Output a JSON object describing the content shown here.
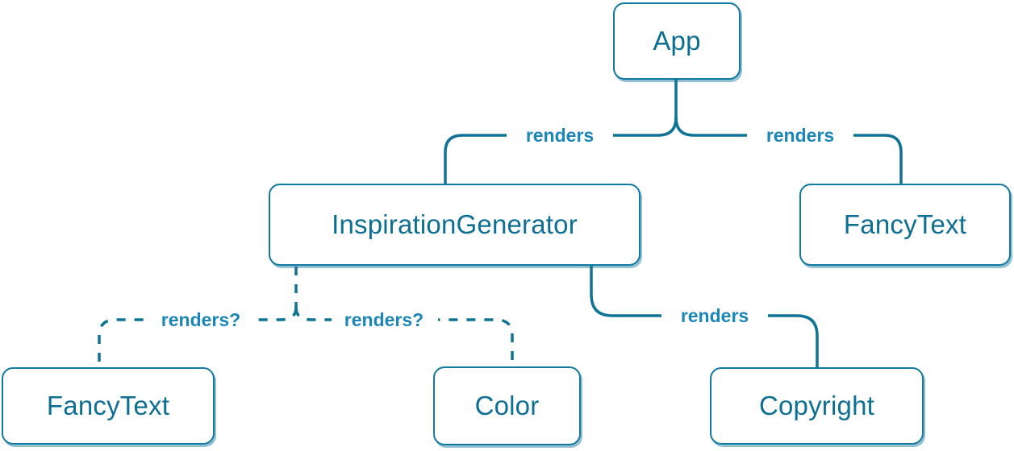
{
  "diagram": {
    "description": "React component render tree",
    "colors": {
      "edge_stroke": "#0F7396",
      "node_border": "#1179A2",
      "node_text": "#0E6F94",
      "edge_label": "#1C86B8",
      "node_background": "#FFFFFF",
      "page_background": "#FFFFFF"
    },
    "nodes": [
      {
        "id": "app",
        "label": "App"
      },
      {
        "id": "inspiration-generator",
        "label": "InspirationGenerator"
      },
      {
        "id": "fancy-text-top",
        "label": "FancyText"
      },
      {
        "id": "fancy-text-bottom",
        "label": "FancyText"
      },
      {
        "id": "color",
        "label": "Color"
      },
      {
        "id": "copyright",
        "label": "Copyright"
      }
    ],
    "edges": [
      {
        "from": "App",
        "to": "InspirationGenerator",
        "label": "renders",
        "style": "solid"
      },
      {
        "from": "App",
        "to": "FancyText",
        "label": "renders",
        "style": "solid"
      },
      {
        "from": "InspirationGenerator",
        "to": "FancyText",
        "label": "renders?",
        "style": "dashed"
      },
      {
        "from": "InspirationGenerator",
        "to": "Color",
        "label": "renders?",
        "style": "dashed"
      },
      {
        "from": "InspirationGenerator",
        "to": "Copyright",
        "label": "renders",
        "style": "solid"
      }
    ]
  }
}
